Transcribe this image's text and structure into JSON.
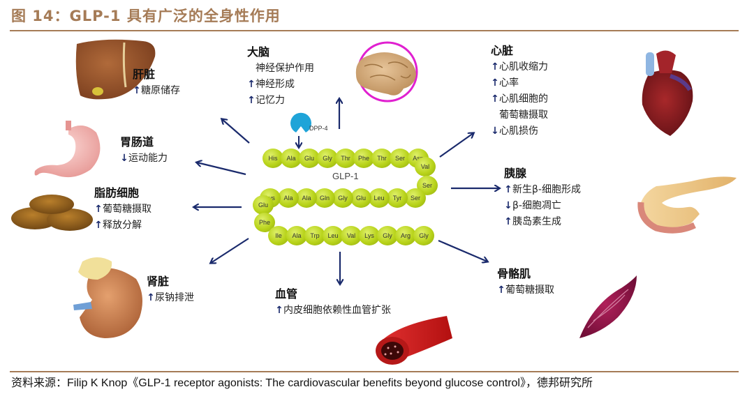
{
  "figure": {
    "title": "图 14：GLP-1 具有广泛的全身性作用",
    "source": "资料来源：Filip K Knop《GLP-1 receptor agonists: The cardiovascular benefits beyond glucose control》，德邦研究所"
  },
  "center": {
    "molecule_label": "GLP-1",
    "enzyme_label": "DPP-4",
    "row1": [
      "His",
      "Ala",
      "Glu",
      "Gly",
      "Thr",
      "Phe",
      "Thr",
      "Ser",
      "Asp"
    ],
    "turn1": [
      "Val",
      "Ser"
    ],
    "row2": [
      "Ser",
      "Tyr",
      "Leu",
      "Glu",
      "Gly",
      "Gln",
      "Ala",
      "Ala",
      "Lys"
    ],
    "turn2": [
      "Glu",
      "Phe"
    ],
    "row3": [
      "Ile",
      "Ala",
      "Trp",
      "Leu",
      "Val",
      "Lys",
      "Gly",
      "Arg",
      "Gly"
    ]
  },
  "organs": {
    "liver": {
      "name": "肝脏",
      "effects": [
        {
          "dir": "up",
          "text": "糖原储存"
        }
      ]
    },
    "brain": {
      "name": "大脑",
      "effects": [
        {
          "dir": "none",
          "text": "神经保护作用"
        },
        {
          "dir": "up",
          "text": "神经形成"
        },
        {
          "dir": "up",
          "text": "记忆力"
        }
      ]
    },
    "heart": {
      "name": "心脏",
      "effects": [
        {
          "dir": "up",
          "text": "心肌收缩力"
        },
        {
          "dir": "up",
          "text": "心率"
        },
        {
          "dir": "up",
          "text": "心肌细胞的"
        },
        {
          "dir": "none",
          "text": "葡萄糖摄取"
        },
        {
          "dir": "down",
          "text": "心肌损伤"
        }
      ]
    },
    "gi": {
      "name": "胃肠道",
      "effects": [
        {
          "dir": "down",
          "text": "运动能力"
        }
      ]
    },
    "adipose": {
      "name": "脂肪细胞",
      "effects": [
        {
          "dir": "up",
          "text": "葡萄糖摄取"
        },
        {
          "dir": "up",
          "text": "释放分解"
        }
      ]
    },
    "pancreas": {
      "name": "胰腺",
      "effects": [
        {
          "dir": "up",
          "text": "新生β-细胞形成"
        },
        {
          "dir": "down",
          "text": "β-细胞凋亡"
        },
        {
          "dir": "up",
          "text": "胰岛素生成"
        }
      ]
    },
    "kidney": {
      "name": "肾脏",
      "effects": [
        {
          "dir": "up",
          "text": "尿钠排泄"
        }
      ]
    },
    "vessel": {
      "name": "血管",
      "effects": [
        {
          "dir": "up",
          "text": "内皮细胞依赖性血管扩张"
        }
      ]
    },
    "muscle": {
      "name": "骨骼肌",
      "effects": [
        {
          "dir": "up",
          "text": "葡萄糖摄取"
        }
      ]
    }
  },
  "arrow_glyphs": {
    "up": "↑",
    "down": "↓",
    "none": ""
  },
  "colors": {
    "title": "#a57b56",
    "arrow": "#1a2a6c",
    "amino_acid": "#b8d31a",
    "brain_ring": "#e020d0",
    "enzyme": "#1fa4d8"
  }
}
